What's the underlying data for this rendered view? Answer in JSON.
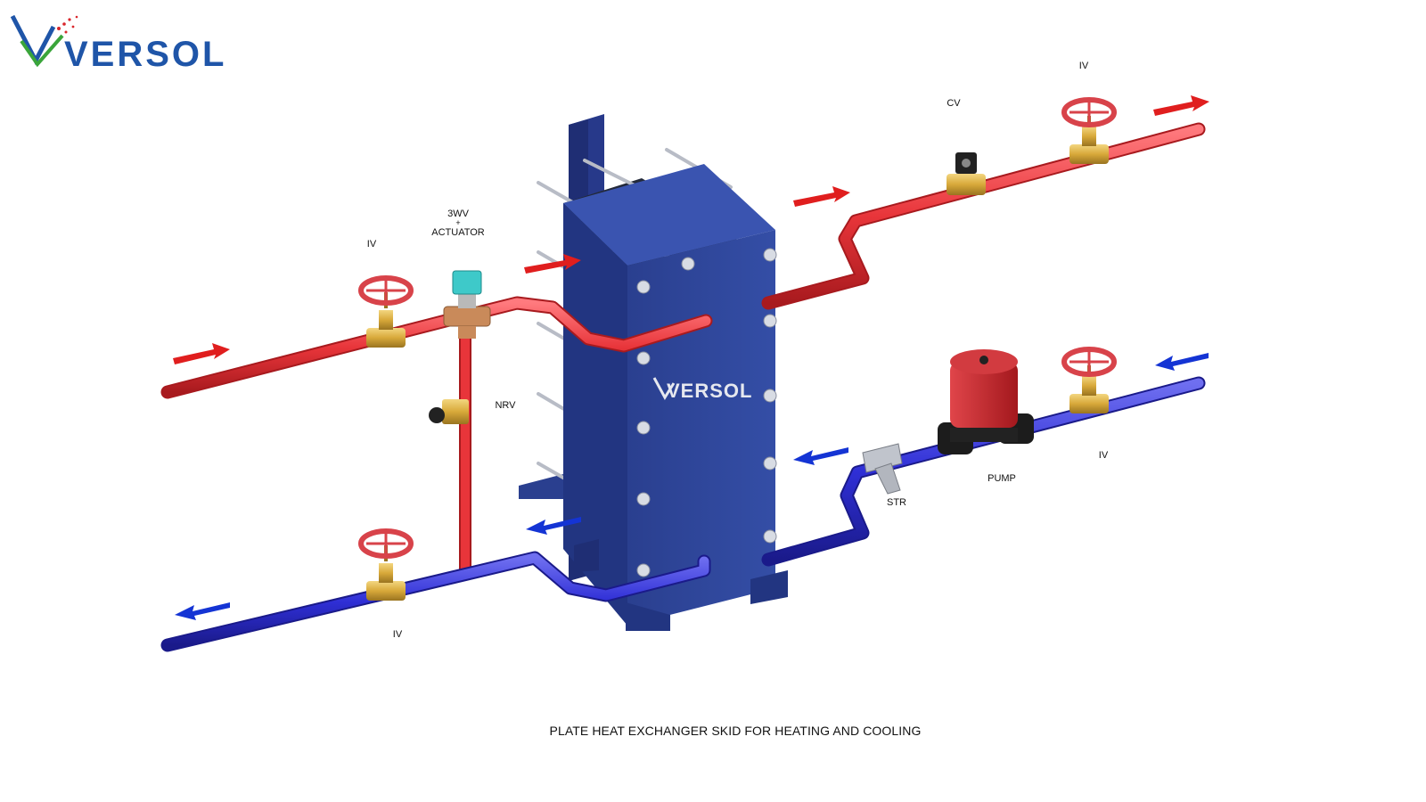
{
  "brand": {
    "logo_text": "VERSOL",
    "plate_logo_text": "VERSOL",
    "colors": {
      "blue": "#1f55a8",
      "green": "#3aa53a",
      "red": "#d9262b"
    }
  },
  "labels": {
    "iv_top_right": "IV",
    "cv": "CV",
    "wv3_line1": "3WV",
    "wv3_line2": "+",
    "wv3_line3": "ACTUATOR",
    "iv_left_top": "IV",
    "nrv": "NRV",
    "iv_right_lower": "IV",
    "pump": "PUMP",
    "str": "STR",
    "iv_left_bottom": "IV"
  },
  "caption": "PLATE HEAT EXCHANGER SKID FOR HEATING AND COOLING",
  "colors": {
    "hot_pipe": "#e8353a",
    "cold_pipe": "#2f2fd6",
    "frame": "#2a3f8f",
    "valve_brass": "#d8a93a",
    "valve_wheel": "#d8434a",
    "pump_body": "#c8242a",
    "arrow_hot": "#e01e1e",
    "arrow_cold": "#1434d4"
  }
}
